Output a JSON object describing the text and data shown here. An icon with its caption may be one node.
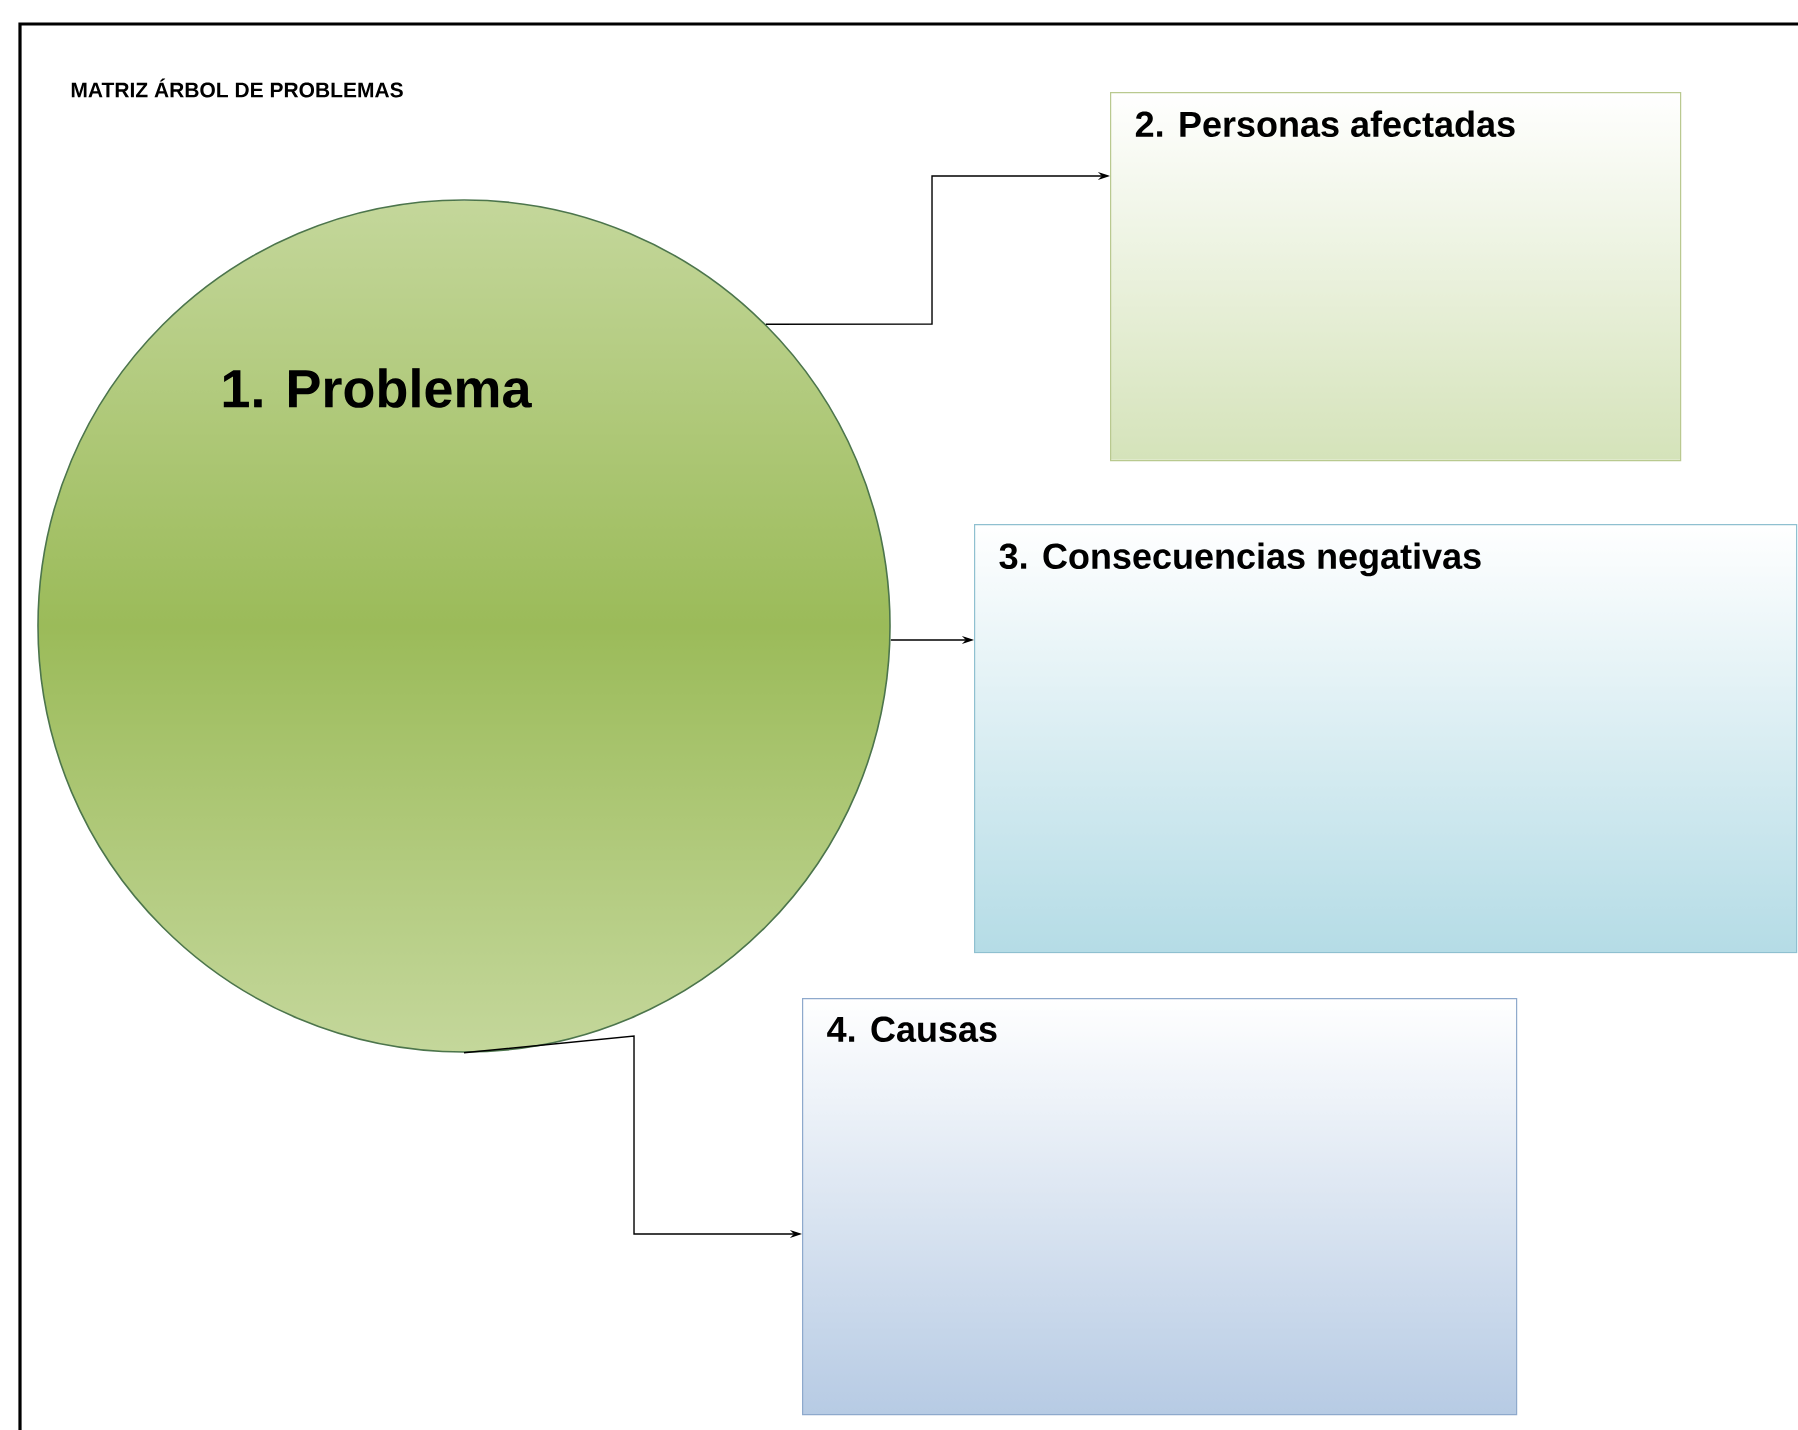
{
  "diagram": {
    "title": "MATRIZ ÁRBOL DE PROBLEMAS",
    "nodes": [
      {
        "text": [
          "1. Problema"
        ]
      },
      {
        "text": [
          "2. Personas afectadas"
        ]
      },
      {
        "text": [
          "3. Consecuencias negativas"
        ]
      },
      {
        "text": [
          "4. Causas"
        ]
      }
    ],
    "edges": [
      {
        "from": 0,
        "to": 1,
        "arrow": "to"
      },
      {
        "from": 0,
        "to": 2,
        "arrow": "to"
      },
      {
        "from": 0,
        "to": 3,
        "arrow": "to"
      }
    ]
  }
}
